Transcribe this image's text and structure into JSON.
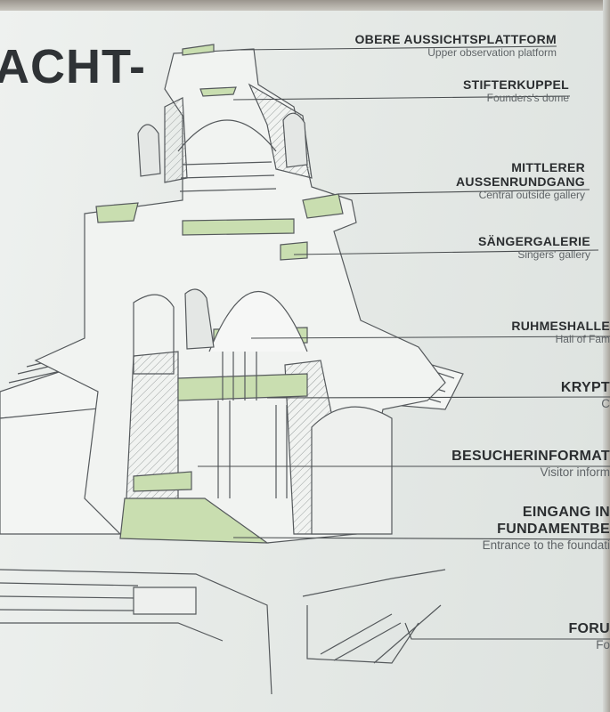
{
  "sign": {
    "title_fragment": "ACHT-",
    "labels": [
      {
        "de": "OBERE AUSSICHTSPLATTFORM",
        "en": "Upper observation platform"
      },
      {
        "de": "STIFTERKUPPEL",
        "en": "Founders's dome"
      },
      {
        "de": "MITTLERER",
        "de2": "AUSSENRUNDGANG",
        "en": "Central outside gallery"
      },
      {
        "de": "SÄNGERGALERIE",
        "en": "Singers' gallery"
      },
      {
        "de": "RUHMESHALLE",
        "en": "Hall of Fam"
      },
      {
        "de": "KRYPT",
        "en": "C"
      },
      {
        "de": "BESUCHERINFORMAT",
        "en": "Visitor inform"
      },
      {
        "de": "EINGANG IN",
        "de2": "FUNDAMENTBE",
        "en": "Entrance to the foundati"
      },
      {
        "de": "FORU",
        "en": "Fo"
      }
    ]
  },
  "colors": {
    "board": "#e6eae7",
    "green": "#c9deb0",
    "line": "#5a5f62",
    "text": "#2b2e30"
  }
}
